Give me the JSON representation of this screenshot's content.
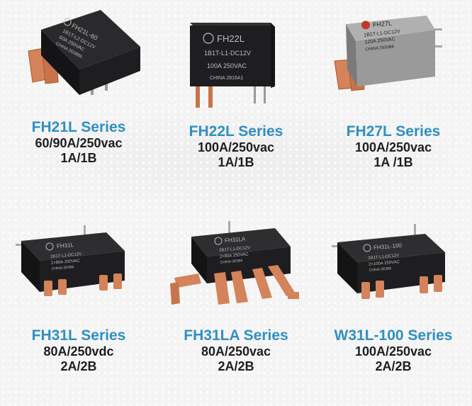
{
  "products": [
    {
      "series": "FH21L Series",
      "rating": "60/90A/250vac",
      "contacts": "1A/1B",
      "housing": "black",
      "label_lines": [
        "FH21L-60",
        "1B1T-L2-DC12V",
        "60A 250VAC",
        "CHINA 2E08B6"
      ]
    },
    {
      "series": "FH22L Series",
      "rating": "100A/250vac",
      "contacts": "1A/1B",
      "housing": "black",
      "label_lines": [
        "FH22L",
        "1B1T-L1-DC12V",
        "100A 250VAC",
        "CHINA 2816A1"
      ]
    },
    {
      "series": "FH27L Series",
      "rating": "100A/250vac",
      "contacts": "1A /1B",
      "housing": "grey",
      "label_lines": [
        "FH27L",
        "1B1T-L1-DC12V",
        "120A 250VAC",
        "CHINA 2830B6"
      ]
    },
    {
      "series": "FH31L Series",
      "rating": "80A/250vdc",
      "contacts": "2A/2B",
      "housing": "black",
      "label_lines": [
        "FH31L",
        "2B1T-L1-DC12V",
        "2×80A 250VAC",
        "CHINA 2E0B6"
      ]
    },
    {
      "series": "FH31LA Series",
      "rating": "80A/250vac",
      "contacts": "2A/2B",
      "housing": "black",
      "label_lines": [
        "FH31LA",
        "2B1T-L1-DC12V",
        "2×80A 250VAC",
        "CHINA 2E0B6"
      ]
    },
    {
      "series": "W31L-100 Series",
      "rating": "100A/250vac",
      "contacts": "2A/2B",
      "housing": "black",
      "label_lines": [
        "FH31L-100",
        "2B1T-L1-DC12V",
        "2×100A 250VAC",
        "CHINA 2E0B6"
      ]
    }
  ],
  "colors": {
    "series_text": "#2f8fc4",
    "spec_text": "#1e1e1e",
    "copper": "#d4835a",
    "housing_black": "#1c1c1e",
    "housing_grey": "#9a9a9a",
    "logo": "#c0392b"
  }
}
